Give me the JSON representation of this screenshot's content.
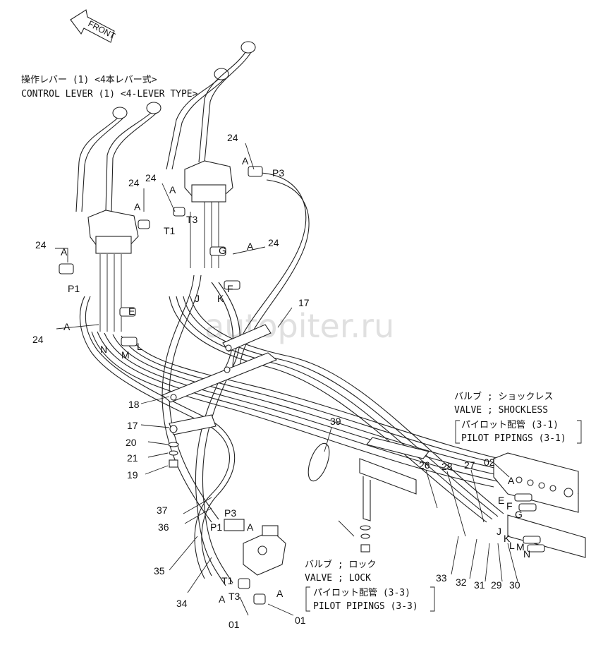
{
  "front_label": "FRONT",
  "titles": {
    "control_lever_jp": "操作レバー (1) <4本レバー式>",
    "control_lever_en": "CONTROL LEVER (1) <4-LEVER TYPE>",
    "valve_shockless_jp": "バルブ ; ショックレス",
    "valve_shockless_en": "VALVE ; SHOCKLESS",
    "pilot_piping_31_jp": "パイロット配管 (3-1)",
    "pilot_piping_31_en": "PILOT PIPINGS (3-1)",
    "valve_lock_jp": "バルブ ; ロック",
    "valve_lock_en": "VALVE ; LOCK",
    "pilot_piping_33_jp": "パイロット配管 (3-3)",
    "pilot_piping_33_en": "PILOT PIPINGS (3-3)"
  },
  "watermark": "autopiter.ru",
  "callouts": {
    "p24_a": "24",
    "p24_b": "24",
    "p24_c": "24",
    "p24_d": "24",
    "p24_e": "24",
    "p24_f": "24",
    "p17_a": "17",
    "p17_b": "17",
    "p18": "18",
    "p19": "19",
    "p20": "20",
    "p21": "21",
    "p26": "26",
    "p27": "27",
    "p28": "28",
    "p29": "29",
    "p30": "30",
    "p31": "31",
    "p32": "32",
    "p33": "33",
    "p34": "34",
    "p35": "35",
    "p36": "36",
    "p37": "37",
    "p39": "39",
    "p02": "02",
    "p01_a": "01",
    "p01_b": "01"
  },
  "port_labels": {
    "a1": "A",
    "a2": "A",
    "a3": "A",
    "a4": "A",
    "a5": "A",
    "a6": "A",
    "a7": "A",
    "a8": "A",
    "a9": "A",
    "a10": "A",
    "p1_a": "P1",
    "p1_b": "P1",
    "p3_a": "P3",
    "p3_b": "P3",
    "t1_a": "T1",
    "t1_b": "T1",
    "t3_a": "T3",
    "t3_b": "T3",
    "e_a": "E",
    "e_b": "E",
    "f_a": "F",
    "f_b": "F",
    "g_a": "G",
    "g_b": "G",
    "j_a": "J",
    "j_b": "J",
    "k_a": "K",
    "k_b": "K",
    "l_a": "L",
    "l_b": "L",
    "m_a": "M",
    "m_b": "M",
    "n_a": "N",
    "n_b": "N"
  }
}
